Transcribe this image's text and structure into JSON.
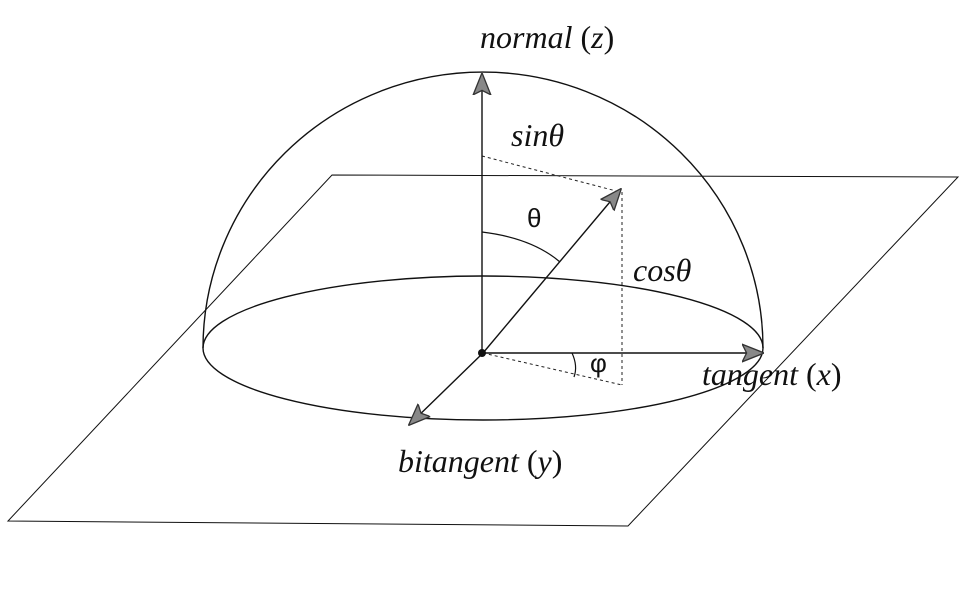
{
  "labels": {
    "normal": {
      "word": "normal",
      "open": " (",
      "axis": "z",
      "close": ")"
    },
    "tangent": {
      "word": "tangent",
      "open": " (",
      "axis": "x",
      "close": ")"
    },
    "bitangent": {
      "word": "bitangent",
      "open": " (",
      "axis": "y",
      "close": ")"
    },
    "sin_theta": "sinθ",
    "cos_theta": "cosθ",
    "theta": "θ",
    "phi": "φ"
  },
  "colors": {
    "line": "#111111",
    "arrowhead": "#888888",
    "dotted": "#222222"
  }
}
